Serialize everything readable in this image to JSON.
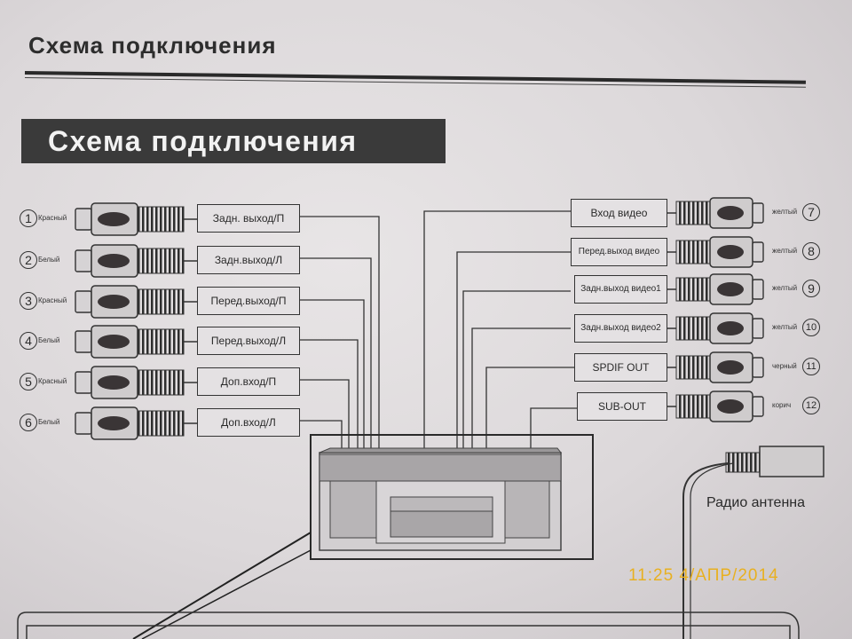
{
  "page": {
    "heading": "Схема подключения",
    "banner_title": "Схема подключения"
  },
  "left_connectors": [
    {
      "num": "1",
      "color": "Красный",
      "label": "Задн. выход/П"
    },
    {
      "num": "2",
      "color": "Белый",
      "label": "Задн.выход/Л"
    },
    {
      "num": "3",
      "color": "Красный",
      "label": "Перед.выход/П"
    },
    {
      "num": "4",
      "color": "Белый",
      "label": "Перед.выход/Л"
    },
    {
      "num": "5",
      "color": "Красный",
      "label": "Доп.вход/П"
    },
    {
      "num": "6",
      "color": "Белый",
      "label": "Доп.вход/Л"
    }
  ],
  "right_connectors": [
    {
      "num": "7",
      "color": "желтый",
      "label": "Вход видео"
    },
    {
      "num": "8",
      "color": "желтый",
      "label": "Перед.выход видео"
    },
    {
      "num": "9",
      "color": "желтый",
      "label": "Задн.выход видео1"
    },
    {
      "num": "10",
      "color": "желтый",
      "label": "Задн.выход видео2"
    },
    {
      "num": "11",
      "color": "черный",
      "label": "SPDIF OUT"
    },
    {
      "num": "12",
      "color": "корич",
      "label": "SUB-OUT"
    }
  ],
  "antenna": {
    "label": "Радио антенна"
  },
  "photo": {
    "timestamp": "11:25  4/АПР/2014"
  }
}
